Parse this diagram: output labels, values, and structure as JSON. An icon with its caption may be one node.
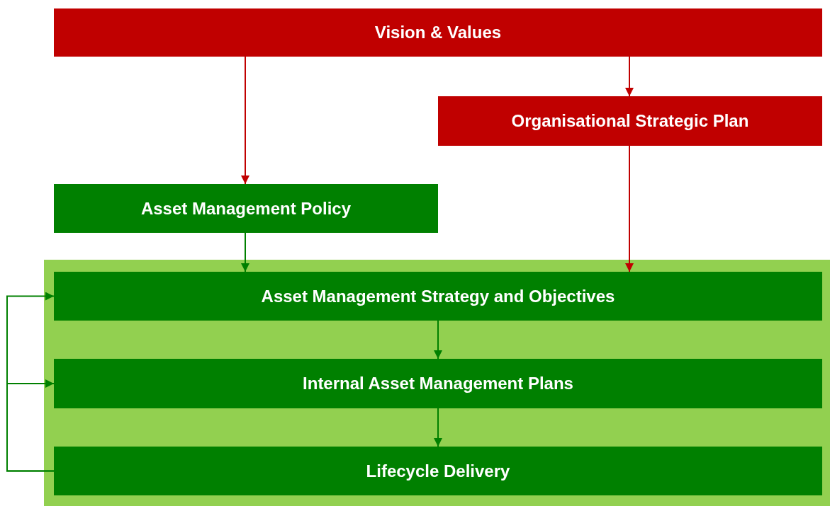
{
  "diagram": {
    "nodes": [
      {
        "text": [
          "Vision & Values"
        ]
      },
      {
        "text": [
          "Organisational Strategic Plan"
        ]
      },
      {
        "text": [
          "Asset Management Policy"
        ]
      },
      {
        "text": [],
        "shape": "box"
      },
      {
        "text": [
          "Asset Management Strategy and Objectives"
        ],
        "in": 3
      },
      {
        "text": [
          "Internal Asset Management Plans"
        ],
        "in": 3
      },
      {
        "text": [
          "Lifecycle Delivery"
        ],
        "in": 3
      }
    ],
    "edges": [
      {
        "from": 0,
        "to": 2,
        "arrow": "to",
        "color": "#c00000"
      },
      {
        "from": 0,
        "to": 1,
        "arrow": "to",
        "color": "#c00000"
      },
      {
        "from": 2,
        "to": 4,
        "arrow": "to"
      },
      {
        "from": 1,
        "to": 4,
        "arrow": "to",
        "color": "#c00000"
      },
      {
        "from": 4,
        "to": 5,
        "arrow": "to"
      },
      {
        "from": 5,
        "to": 6,
        "arrow": "to"
      },
      {
        "from": 6,
        "to": 4,
        "arrow": "to"
      },
      {
        "from": 6,
        "to": 5,
        "arrow": "to"
      }
    ]
  }
}
